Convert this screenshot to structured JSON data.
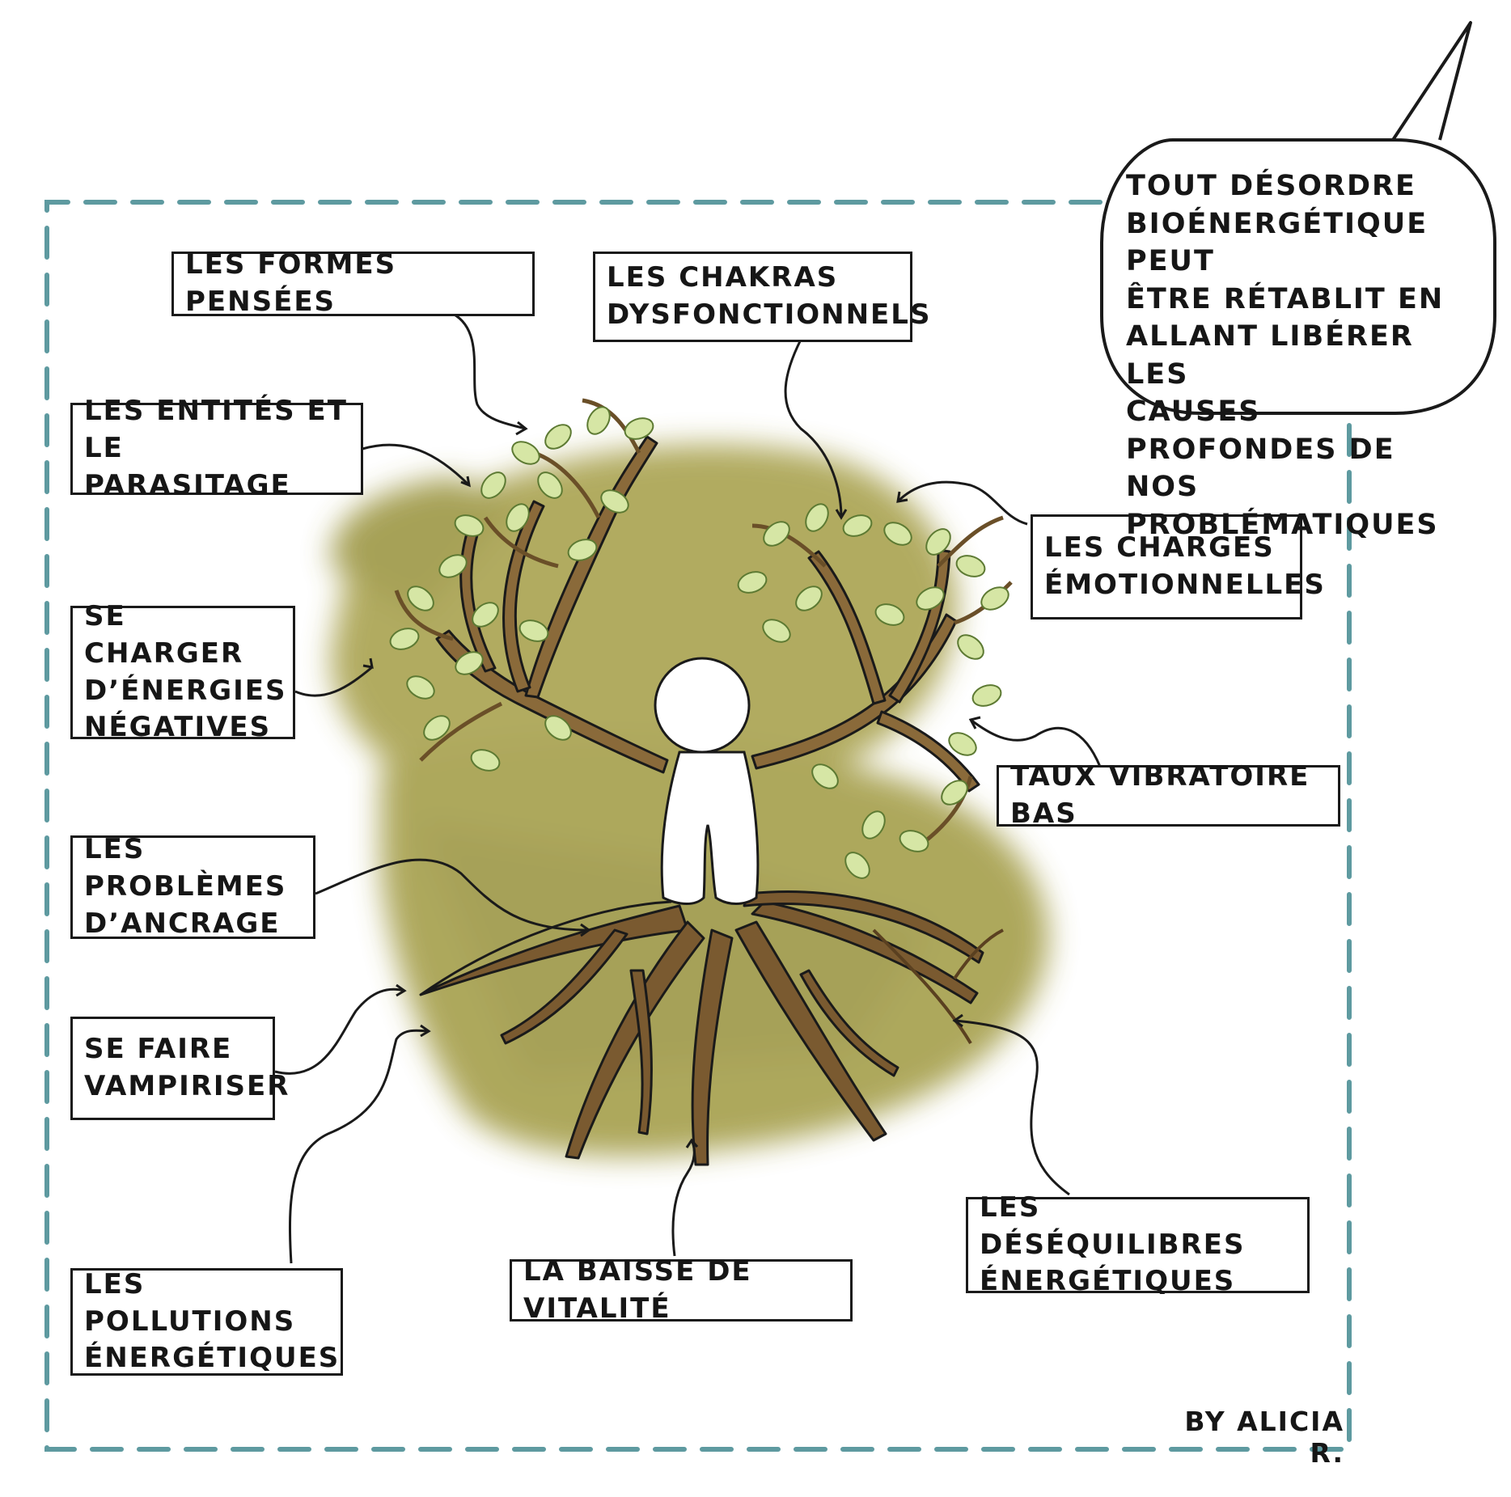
{
  "labels": {
    "formes_pensees": "LES FORMES PENSÉES",
    "chakras": "LES CHAKRAS\nDYSFONCTIONNELS",
    "entites": "LES ENTITÉS ET LE\nPARASITAGE",
    "charges_emotionnelles": "LES CHARGES\nÉMOTIONNELLES",
    "energies_negatives": "SE CHARGER\nD’ÉNERGIES\nNÉGATIVES",
    "taux_vibratoire": "TAUX VIBRATOIRE BAS",
    "ancrage": "LES PROBLÈMES\nD’ANCRAGE",
    "vampiriser": "SE FAIRE\nVAMPIRISER",
    "desequilibres": "LES DÉSÉQUILIBRES\nÉNERGÉTIQUES",
    "vitalite": "LA BAISSE DE VITALITÉ",
    "pollutions": "LES POLLUTIONS\nÉNERGÉTIQUES"
  },
  "bubble_text": "TOUT DÉSORDRE\nBIOÉNERGÉTIQUE PEUT\nÊTRE RÉTABLIT EN\nALLANT LIBÉRER LES\nCAUSES PROFONDES DE\nNOS PROBLÉMATIQUES",
  "signature": "BY ALICIA R.",
  "colors": {
    "frame_dash": "#5e9aa0",
    "wash": "#a7a04f",
    "wash_dark": "#8f8a3e",
    "branch": "#8a6a3a",
    "root": "#7a5a30",
    "leaf": "#d6e6a5",
    "leaf_edge": "#6f8a3e",
    "ink": "#161616"
  }
}
